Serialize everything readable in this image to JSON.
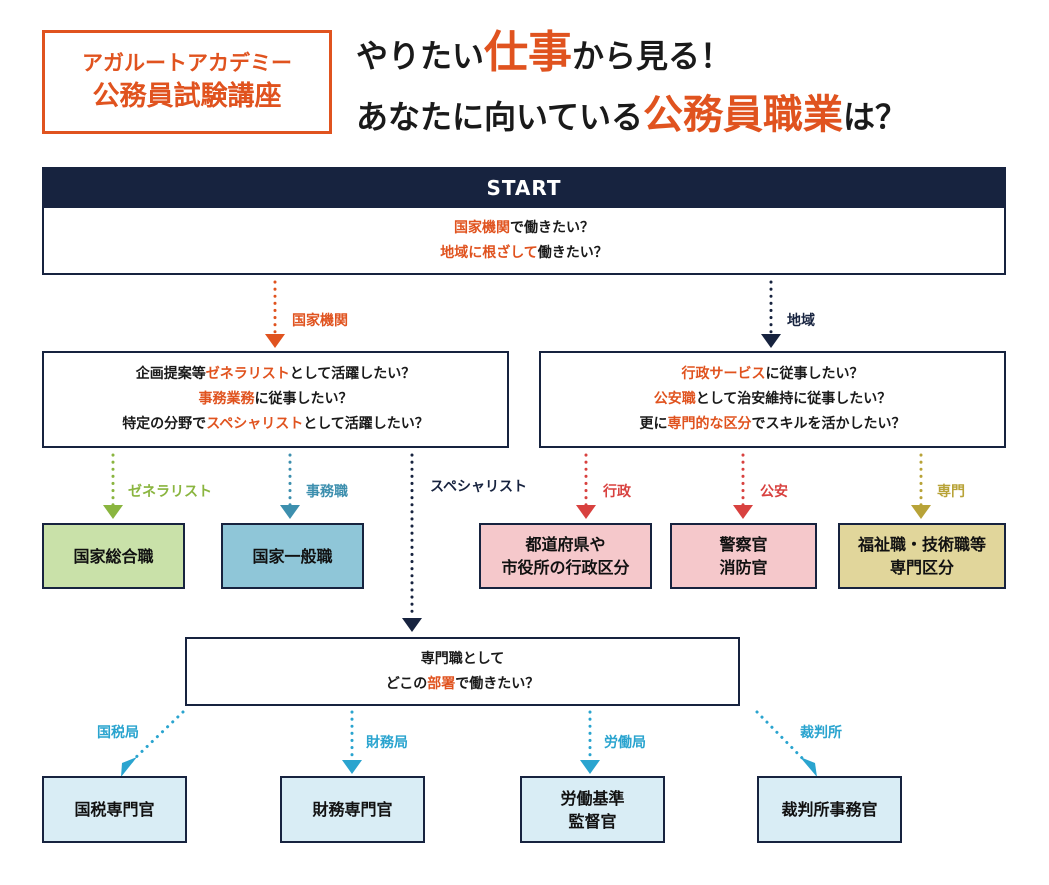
{
  "logo": {
    "line1": "アガルートアカデミー",
    "line2": "公務員試験講座"
  },
  "headline": {
    "line1_a": "やりたい",
    "line1_acc": "仕事",
    "line1_b": "から見る！",
    "line2_a": "あなたに向いている",
    "line2_acc": "公務員職業",
    "line2_b": "は？"
  },
  "start": "START",
  "q0": {
    "l1_acc": "国家機関",
    "l1": "で働きたい？",
    "l2_acc": "地域に根ざして",
    "l2": "働きたい？"
  },
  "branch_national": "国家機関",
  "branch_local": "地域",
  "q1": {
    "l1_a": "企画提案等",
    "l1_acc": "ゼネラリスト",
    "l1_b": "として活躍したい？",
    "l2_acc": "事務業務",
    "l2_b": "に従事したい？",
    "l3_a": "特定の分野で",
    "l3_acc": "スペシャリスト",
    "l3_b": "として活躍したい？"
  },
  "q2": {
    "l1_acc": "行政サービス",
    "l1_b": "に従事したい？",
    "l2_acc": "公安職",
    "l2_b": "として治安維持に従事したい？",
    "l3_a": "更に",
    "l3_acc": "専門的な区分",
    "l3_b": "でスキルを活かしたい？"
  },
  "labels": {
    "generalist": "ゼネラリスト",
    "clerical": "事務職",
    "specialist": "スペシャリスト",
    "admin": "行政",
    "public_safety": "公安",
    "expert": "専門",
    "tax": "国税局",
    "finance": "財務局",
    "labor": "労働局",
    "court": "裁判所"
  },
  "results": {
    "kokka_sogo": "国家総合職",
    "kokka_ippan": "国家一般職",
    "gyosei_1": "都道府県や",
    "gyosei_2": "市役所の行政区分",
    "koan_1": "警察官",
    "koan_2": "消防官",
    "senmon_1": "福祉職・技術職等",
    "senmon_2": "専門区分",
    "kokuzei": "国税専門官",
    "zaimu": "財務専門官",
    "rodo_1": "労働基準",
    "rodo_2": "監督官",
    "saibansho": "裁判所事務官"
  },
  "q3": {
    "l1": "専門職として",
    "l2_a": "どこの",
    "l2_acc": "部署",
    "l2_b": "で働きたい？"
  },
  "colors": {
    "accent": "#e0531f",
    "navy": "#17233f",
    "green": "#8ab53f",
    "teal": "#3d8fae",
    "red": "#d8413f",
    "khaki": "#b8a338",
    "sky": "#2aa4cf"
  }
}
